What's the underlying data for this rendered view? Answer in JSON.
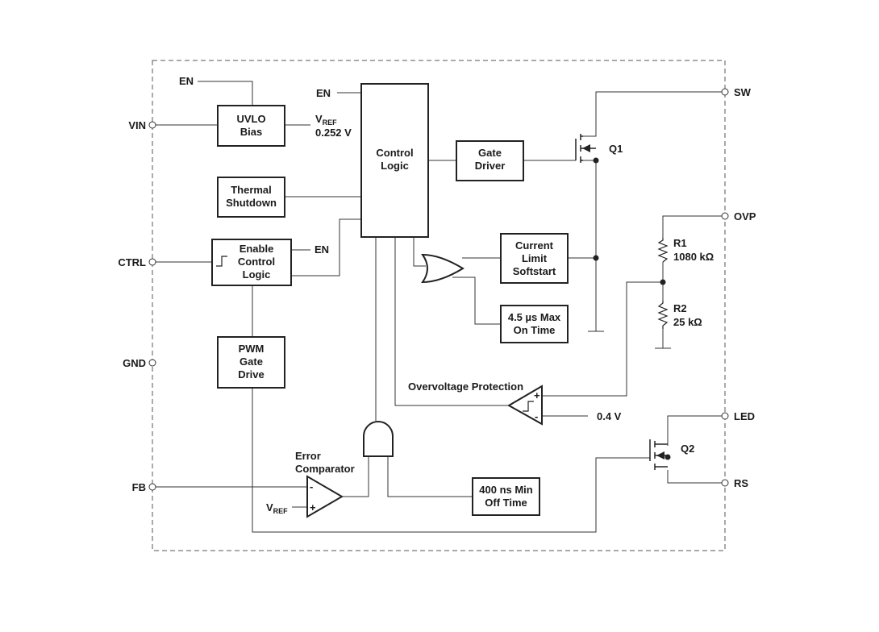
{
  "pins": {
    "vin": "VIN",
    "ctrl": "CTRL",
    "gnd": "GND",
    "fb": "FB",
    "sw": "SW",
    "ovp": "OVP",
    "led": "LED",
    "rs": "RS"
  },
  "signals": {
    "en": "EN",
    "vref_main": "V",
    "vref_sub": "REF",
    "vref_value": "0.252 V",
    "ref_04": "0.4 V"
  },
  "blocks": {
    "uvlo": [
      "UVLO",
      "Bias"
    ],
    "thermal": [
      "Thermal",
      "Shutdown"
    ],
    "enable": [
      "Enable",
      "Control",
      "Logic"
    ],
    "pwm": [
      "PWM",
      "Gate",
      "Drive"
    ],
    "control": [
      "Control",
      "Logic"
    ],
    "gate_driver": [
      "Gate",
      "Driver"
    ],
    "current_limit": [
      "Current",
      "Limit",
      "Softstart"
    ],
    "max_on": [
      "4.5 µs Max",
      "On Time"
    ],
    "min_off": [
      "400 ns Min",
      "Off Time"
    ]
  },
  "labels": {
    "ovp_title": "Overvoltage Protection",
    "error_comp": [
      "Error",
      "Comparator"
    ]
  },
  "components": {
    "q1": "Q1",
    "q2": "Q2",
    "r1_name": "R1",
    "r1_value": "1080 kΩ",
    "r2_name": "R2",
    "r2_value": "25 kΩ"
  },
  "comparator_signs": {
    "plus": "+",
    "minus": "-"
  }
}
